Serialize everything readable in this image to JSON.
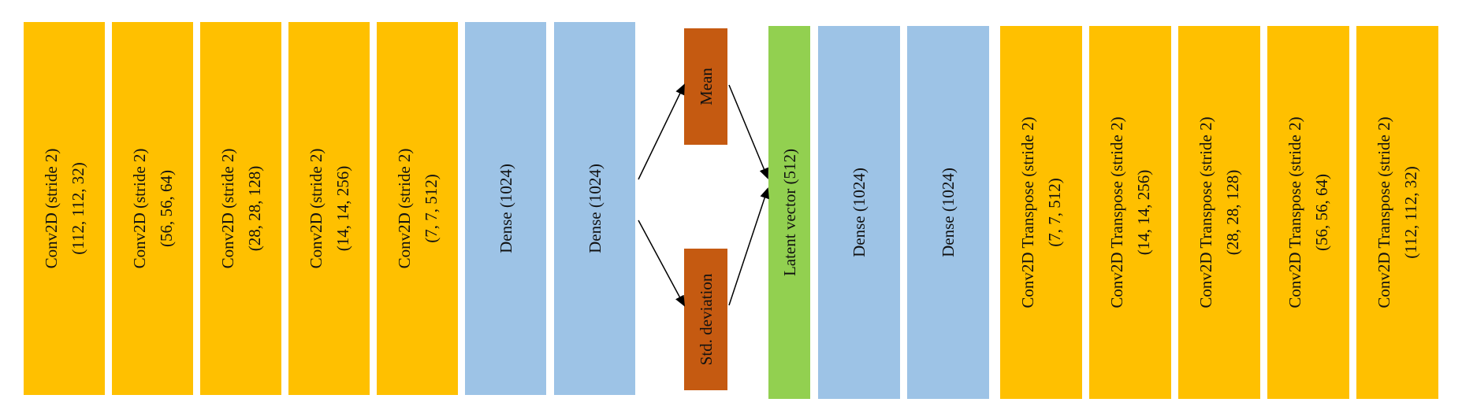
{
  "colors": {
    "conv": "#ffc000",
    "dense": "#9dc3e6",
    "stat": "#c55a11",
    "latent": "#92d050",
    "arrow": "#000000"
  },
  "encoder": [
    {
      "label": "Conv2D (stride 2)",
      "shape": "(112, 112, 32)",
      "kind": "conv"
    },
    {
      "label": "Conv2D (stride 2)",
      "shape": "(56, 56, 64)",
      "kind": "conv"
    },
    {
      "label": "Conv2D (stride 2)",
      "shape": "(28, 28, 128)",
      "kind": "conv"
    },
    {
      "label": "Conv2D (stride 2)",
      "shape": "(14, 14, 256)",
      "kind": "conv"
    },
    {
      "label": "Conv2D (stride 2)",
      "shape": "(7, 7, 512)",
      "kind": "conv"
    },
    {
      "label": "Dense (1024)",
      "kind": "dense"
    },
    {
      "label": "Dense (1024)",
      "kind": "dense"
    }
  ],
  "stats": {
    "mean": {
      "label": "Mean"
    },
    "std": {
      "label": "Std. deviation"
    }
  },
  "latent": {
    "label": "Latent vector (512)"
  },
  "decoder": [
    {
      "label": "Dense (1024)",
      "kind": "dense"
    },
    {
      "label": "Dense (1024)",
      "kind": "dense"
    },
    {
      "label": "Conv2D Transpose (stride 2)",
      "shape": "(7, 7, 512)",
      "kind": "conv"
    },
    {
      "label": "Conv2D Transpose (stride 2)",
      "shape": "(14, 14, 256)",
      "kind": "conv"
    },
    {
      "label": "Conv2D Transpose (stride 2)",
      "shape": "(28, 28, 128)",
      "kind": "conv"
    },
    {
      "label": "Conv2D Transpose (stride 2)",
      "shape": "(56, 56, 64)",
      "kind": "conv"
    },
    {
      "label": "Conv2D Transpose (stride 2)",
      "shape": "(112, 112, 32)",
      "kind": "conv"
    }
  ]
}
